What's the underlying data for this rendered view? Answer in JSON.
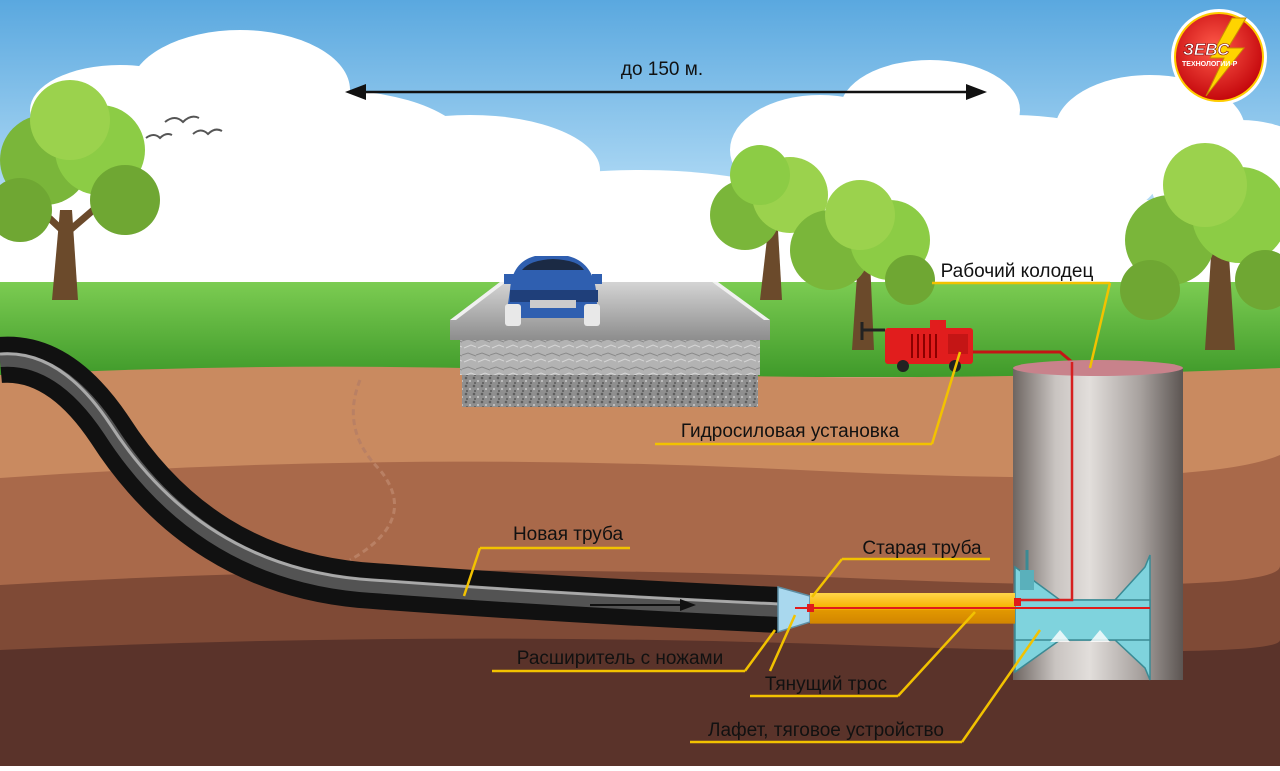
{
  "labels": {
    "distance": "до 150 м.",
    "working_well": "Рабочий колодец",
    "hydraulic_unit": "Гидросиловая установка",
    "new_pipe": "Новая труба",
    "old_pipe": "Старая труба",
    "expander": "Расширитель с ножами",
    "pull_cable": "Тянущий трос",
    "carriage": "Лафет, тяговое устройство"
  },
  "logo": {
    "text_main": "ЗЕВС",
    "text_sub": "ТЕХНОЛОГИИ-Р"
  },
  "colors": {
    "sky_top": "#6fb6e6",
    "grass": "#5fb83a",
    "soil_light": "#c98a60",
    "soil_dark": "#5a332a",
    "callout_line": "#f2c200",
    "old_pipe": "#f5b800",
    "cable": "#e01b1b",
    "logo_red": "#e3161b"
  }
}
